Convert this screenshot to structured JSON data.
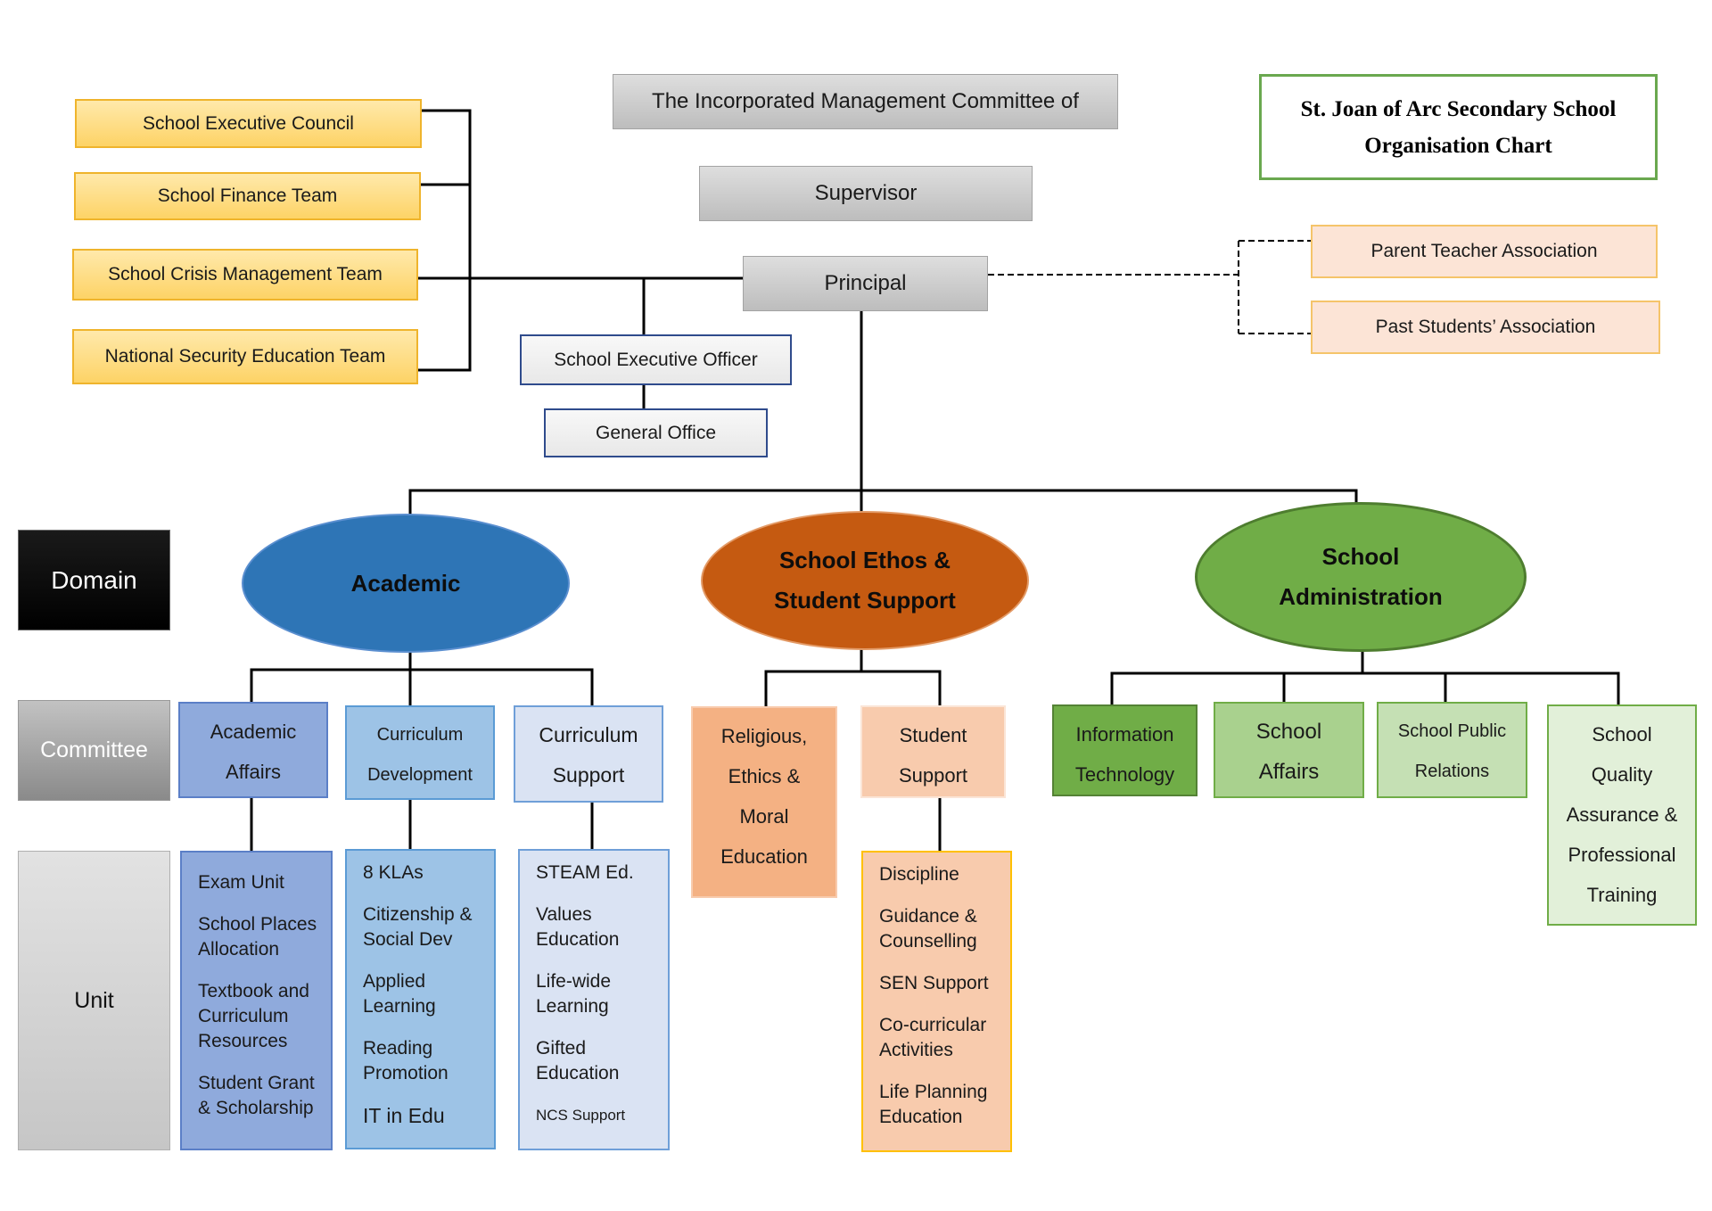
{
  "title": {
    "lines": [
      "St. Joan of Arc Secondary School",
      "Organisation Chart"
    ]
  },
  "governance": {
    "imc": "The Incorporated Management Committee of",
    "supervisor": "Supervisor",
    "principal": "Principal"
  },
  "school_teams": [
    "School Executive Council",
    "School Finance Team",
    "School Crisis Management Team",
    "National Security Education Team"
  ],
  "office": {
    "executive_officer": "School Executive Officer",
    "general_office": "General Office"
  },
  "associations": [
    "Parent Teacher Association",
    "Past Students’ Association"
  ],
  "row_labels": {
    "domain": "Domain",
    "committee": "Committee",
    "unit": "Unit"
  },
  "domains": [
    {
      "name": [
        "Academic"
      ],
      "color": "#2e75b6",
      "committees": [
        {
          "lines": [
            "Academic",
            "Affairs"
          ],
          "color": "#8faadc",
          "units": [
            [
              "Exam Unit"
            ],
            [
              "School Places",
              "Allocation"
            ],
            [
              "Textbook and",
              "Curriculum",
              "Resources"
            ],
            [
              "Student Grant",
              "& Scholarship"
            ]
          ]
        },
        {
          "lines": [
            "Curriculum",
            "Development"
          ],
          "color": "#9dc3e6",
          "units": [
            [
              "8 KLAs"
            ],
            [
              "Citizenship &",
              "Social Dev"
            ],
            [
              "Applied",
              "Learning"
            ],
            [
              "Reading",
              "Promotion"
            ],
            [
              "IT in Edu"
            ]
          ]
        },
        {
          "lines": [
            "Curriculum",
            "Support"
          ],
          "color": "#dae3f3",
          "units": [
            [
              "STEAM Ed."
            ],
            [
              "Values",
              "Education"
            ],
            [
              "Life-wide",
              "Learning"
            ],
            [
              "Gifted",
              "Education"
            ],
            [
              "NCS Support"
            ]
          ]
        }
      ]
    },
    {
      "name": [
        "School Ethos &",
        "Student Support"
      ],
      "color": "#c55a11",
      "committees": [
        {
          "lines": [
            "Religious,",
            "Ethics &",
            "Moral",
            "Education"
          ],
          "color": "#f4b183"
        },
        {
          "lines": [
            "Student",
            "Support"
          ],
          "color": "#f8cbad",
          "units": [
            [
              "Discipline"
            ],
            [
              "Guidance &",
              "Counselling"
            ],
            [
              "SEN Support"
            ],
            [
              "Co-curricular",
              "Activities"
            ],
            [
              "Life Planning",
              "Education"
            ]
          ]
        }
      ]
    },
    {
      "name": [
        "School",
        "Administration"
      ],
      "color": "#70ad47",
      "committees": [
        {
          "lines": [
            "Information",
            "Technology"
          ],
          "color": "#70ad47"
        },
        {
          "lines": [
            "School",
            "Affairs"
          ],
          "color": "#a9d18e"
        },
        {
          "lines": [
            "School Public",
            "Relations"
          ],
          "color": "#c5e0b4"
        },
        {
          "lines": [
            "School",
            "Quality",
            "Assurance &",
            "Professional",
            "Training"
          ],
          "color": "#e2f0d9"
        }
      ]
    }
  ]
}
